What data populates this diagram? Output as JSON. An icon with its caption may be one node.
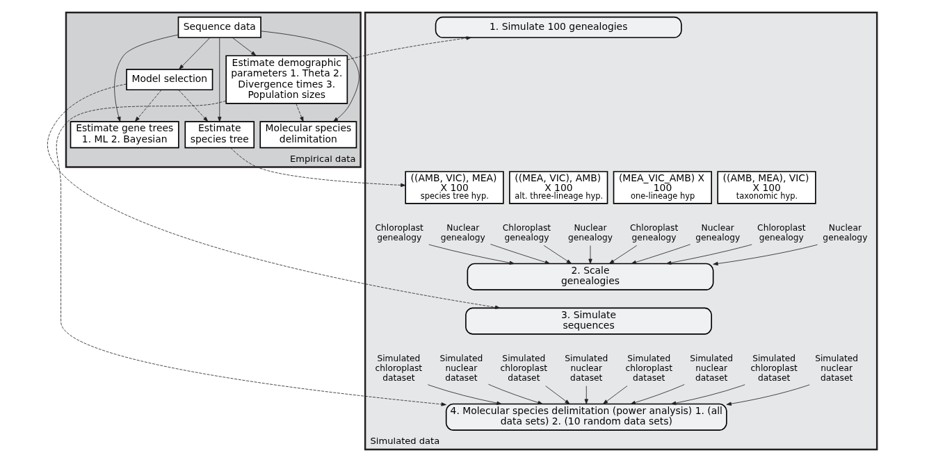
{
  "diagram": {
    "nodes": [
      {
        "text": [
          "Empirical data"
        ]
      },
      {
        "text": [
          "Simulated data"
        ]
      },
      {
        "text": [
          "Sequence data"
        ],
        "in": 0
      },
      {
        "text": [
          "Estimate demographic parameters 1. Theta 2. Divergence times 3. Population sizes"
        ],
        "in": 0
      },
      {
        "text": [
          "Model selection"
        ],
        "in": 0
      },
      {
        "text": [
          "Estimate gene trees 1. ML 2. Bayesian"
        ],
        "in": 0
      },
      {
        "text": [
          "Estimate species tree"
        ],
        "in": 0
      },
      {
        "text": [
          "Molecular species delimitation"
        ],
        "in": 0
      },
      {
        "text": [
          "1. Simulate 100 genealogies"
        ],
        "in": 1
      },
      {
        "text": [
          "((AMB, VIC), MEA) X 100",
          "species tree hyp."
        ],
        "in": 1
      },
      {
        "text": [
          "((AMB, MEA), VIC) X 100",
          "taxonomic hyp."
        ],
        "in": 1
      },
      {
        "text": [
          "((MEA, VIC), AMB) X 100",
          "alt. three-lineage hyp."
        ],
        "in": 1
      },
      {
        "text": [
          "(MEA_VIC_AMB) X 100",
          "one-lineage hyp"
        ],
        "in": 1
      },
      {
        "text": [
          "Chloroplast genealogy"
        ],
        "in": 1
      },
      {
        "text": [
          "Nuclear genealogy"
        ],
        "in": 1
      },
      {
        "text": [
          "Chloroplast genealogy"
        ],
        "in": 1
      },
      {
        "text": [
          "Nuclear genealogy"
        ],
        "in": 1
      },
      {
        "text": [
          "Chloroplast genealogy"
        ],
        "in": 1
      },
      {
        "text": [
          "Nuclear genealogy"
        ],
        "in": 1
      },
      {
        "text": [
          "Chloroplast genealogy"
        ],
        "in": 1
      },
      {
        "text": [
          "Nuclear genealogy"
        ],
        "in": 1
      },
      {
        "text": [
          "2. Scale genealogies"
        ],
        "in": 1
      },
      {
        "text": [
          "3. Simulate sequences"
        ],
        "in": 1
      },
      {
        "text": [
          "Simulated chloroplast dataset"
        ],
        "in": 1
      },
      {
        "text": [
          "Simulated nuclear dataset"
        ],
        "in": 1
      },
      {
        "text": [
          "Simulated chloroplast dataset"
        ],
        "in": 1
      },
      {
        "text": [
          "Simulated nuclear dataset"
        ],
        "in": 1
      },
      {
        "text": [
          "Simulated chloroplast dataset"
        ],
        "in": 1
      },
      {
        "text": [
          "Simulated nuclear dataset"
        ],
        "in": 1
      },
      {
        "text": [
          "Simulated chloroplast dataset"
        ],
        "in": 1
      },
      {
        "text": [
          "Simulated nuclear dataset"
        ],
        "in": 1
      },
      {
        "text": [
          "4. Molecular species delimitation (power analysis) 1. (all data sets) 2. (10 random data sets)"
        ],
        "in": 1
      }
    ],
    "edges": [
      {
        "from": 2,
        "to": 3,
        "arrow": "to"
      },
      {
        "from": 2,
        "to": 4,
        "arrow": "to"
      },
      {
        "from": 2,
        "to": 5,
        "arrow": "to"
      },
      {
        "from": 2,
        "to": 6,
        "arrow": "to"
      },
      {
        "from": 2,
        "to": 7,
        "arrow": "to"
      },
      {
        "from": 3,
        "to": 8,
        "arrow": "to",
        "style": "dashed"
      },
      {
        "from": 3,
        "to": 7,
        "arrow": "to",
        "style": "dashed"
      },
      {
        "from": 3,
        "to": 31,
        "arrow": "to",
        "style": "dashed"
      },
      {
        "from": 4,
        "to": 5,
        "arrow": "to",
        "style": "dashed"
      },
      {
        "from": 4,
        "to": 6,
        "arrow": "to",
        "style": "dashed"
      },
      {
        "from": 4,
        "to": 22,
        "arrow": "to",
        "style": "dashed"
      },
      {
        "from": 6,
        "to": 9,
        "arrow": "to",
        "style": "dashed"
      },
      {
        "from": 13,
        "to": 21,
        "arrow": "to"
      },
      {
        "from": 14,
        "to": 21,
        "arrow": "to"
      },
      {
        "from": 15,
        "to": 21,
        "arrow": "to"
      },
      {
        "from": 16,
        "to": 21,
        "arrow": "to"
      },
      {
        "from": 17,
        "to": 21,
        "arrow": "to"
      },
      {
        "from": 18,
        "to": 21,
        "arrow": "to"
      },
      {
        "from": 19,
        "to": 21,
        "arrow": "to"
      },
      {
        "from": 20,
        "to": 21,
        "arrow": "to"
      },
      {
        "from": 23,
        "to": 31,
        "arrow": "to"
      },
      {
        "from": 24,
        "to": 31,
        "arrow": "to"
      },
      {
        "from": 25,
        "to": 31,
        "arrow": "to"
      },
      {
        "from": 26,
        "to": 31,
        "arrow": "to"
      },
      {
        "from": 27,
        "to": 31,
        "arrow": "to"
      },
      {
        "from": 28,
        "to": 31,
        "arrow": "to"
      },
      {
        "from": 29,
        "to": 31,
        "arrow": "to"
      },
      {
        "from": 30,
        "to": 31,
        "arrow": "to"
      }
    ]
  }
}
